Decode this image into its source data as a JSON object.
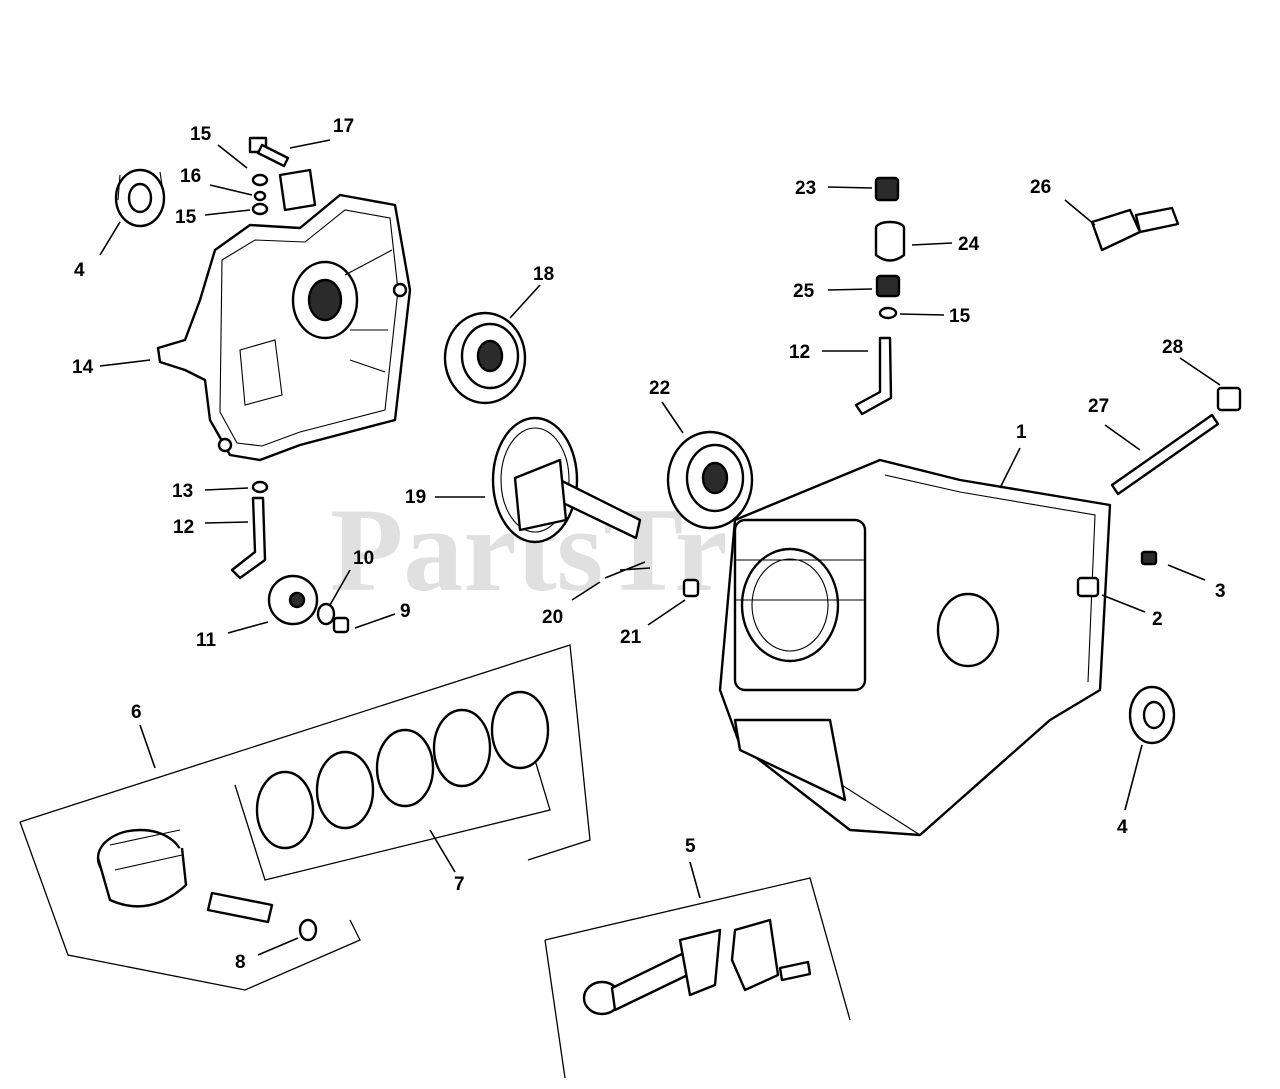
{
  "watermark": "PartsTree",
  "callouts": {
    "c1": "1",
    "c2": "2",
    "c3": "3",
    "c4a": "4",
    "c4b": "4",
    "c5": "5",
    "c6": "6",
    "c7": "7",
    "c8": "8",
    "c9": "9",
    "c10": "10",
    "c11": "11",
    "c12a": "12",
    "c12b": "12",
    "c13": "13",
    "c14": "14",
    "c15a": "15",
    "c15b": "15",
    "c15c": "15",
    "c16": "16",
    "c17": "17",
    "c18": "18",
    "c19": "19",
    "c20": "20",
    "c21": "21",
    "c22": "22",
    "c23": "23",
    "c24": "24",
    "c25": "25",
    "c26": "26",
    "c27": "27",
    "c28": "28"
  }
}
